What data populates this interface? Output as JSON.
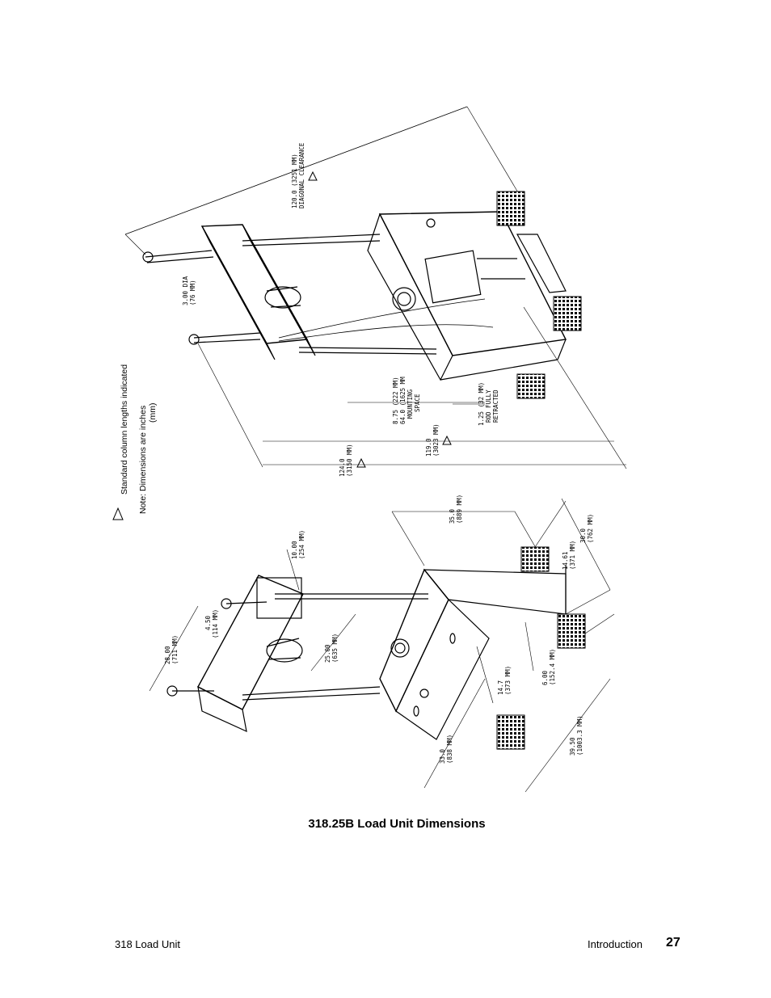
{
  "notes": {
    "standard_lengths": "Standard column lengths indicated",
    "units_line1": "Note: Dimensions are  inches",
    "units_line2": "(mm)",
    "warning_symbol": "triangle-1-icon"
  },
  "upper_view": {
    "diagonal_1": "120.0 (3251 MM)",
    "diagonal_2": "DIAGONAL CLEARANCE",
    "dia_1": "3.00 DIA",
    "dia_2": "(76 MM)",
    "mount_1": "8.75 (222 MM)",
    "mount_2": "64.0 (1625 MM",
    "mount_3": "MOUNTING",
    "mount_4": "SPACE",
    "rod_1": "1.25 (32 MM)",
    "rod_2": "ROD FULLY",
    "rod_3": "RETRACTED",
    "height119_1": "119.0",
    "height119_2": "(3023 MM)",
    "height124_1": "124.0",
    "height124_2": "(3150 MM)"
  },
  "lower_view": {
    "d35_1": "35.0",
    "d35_2": "(889 MM)",
    "d10_1": "10.00",
    "d10_2": "(254 MM)",
    "d28_1": "28.00",
    "d28_2": "(711 MM)",
    "d450_1": "4.50",
    "d450_2": "(114 MM)",
    "d25_1": "25.00",
    "d25_2": "(635 MM)",
    "d1461_1": "14.61",
    "d1461_2": "(371 MM)",
    "d30_1": "30.0",
    "d30_2": "(762 MM)",
    "d147_1": "14.7",
    "d147_2": "(373 MM)",
    "d6_1": "6.00",
    "d6_2": "(152.4 MM)",
    "d33_1": "33.0",
    "d33_2": "(838 MM)",
    "d395_1": "39.50",
    "d395_2": "(1003.3 MM)"
  },
  "caption": "318.25B Load Unit Dimensions",
  "footer": {
    "product": "318 Load Unit",
    "section": "Introduction",
    "page": "27"
  }
}
